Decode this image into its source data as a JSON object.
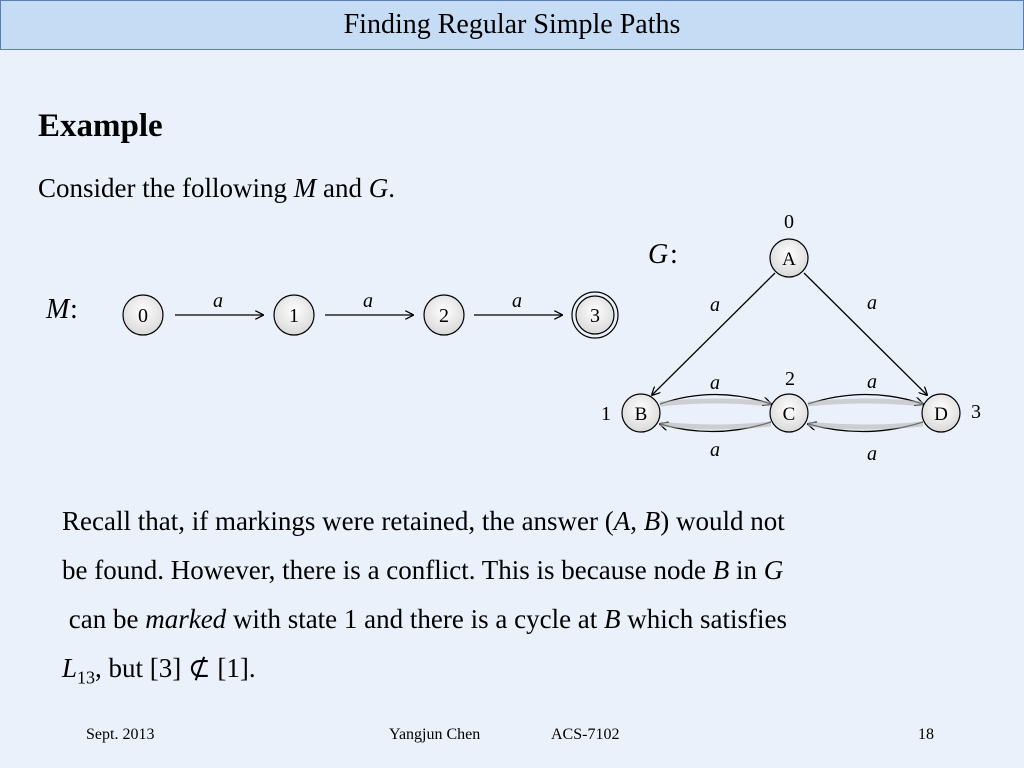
{
  "slide": {
    "title": "Finding Regular Simple Paths",
    "heading": "Example",
    "intro": {
      "prefix": "Consider the following ",
      "m": "M",
      "and": " and ",
      "g": "G",
      "suffix": "."
    }
  },
  "automaton": {
    "label": "M",
    "colon": ":",
    "states": [
      "0",
      "1",
      "2",
      "3"
    ],
    "final_state": "3",
    "transition_label": "a"
  },
  "graph": {
    "label": "G",
    "colon": ":",
    "nodes": [
      {
        "id": "A",
        "marking": "0"
      },
      {
        "id": "B",
        "marking": "1"
      },
      {
        "id": "C",
        "marking": "2"
      },
      {
        "id": "D",
        "marking": "3"
      }
    ],
    "edge_label": "a",
    "edges": [
      {
        "from": "A",
        "to": "B",
        "label": "a"
      },
      {
        "from": "A",
        "to": "D",
        "label": "a"
      },
      {
        "from": "B",
        "to": "C",
        "label": "a"
      },
      {
        "from": "C",
        "to": "B",
        "label": "a"
      },
      {
        "from": "C",
        "to": "D",
        "label": "a"
      },
      {
        "from": "D",
        "to": "C",
        "label": "a"
      }
    ]
  },
  "recall": {
    "l1_a": "Recall that, if markings were retained, the answer (",
    "l1_A": "A",
    "l1_b": ", ",
    "l1_B": "B",
    "l1_c": ") would not",
    "l2_a": "be found. However, there is a conflict. This is because node ",
    "l2_B": "B",
    "l2_b": " in ",
    "l2_G": "G",
    "l3_a": " can be ",
    "l3_marked": "marked",
    "l3_b": " with state 1 and there is a cycle at ",
    "l3_B": "B",
    "l3_c": " which satisfies",
    "l4_L": "L",
    "l4_sub": "13",
    "l4_a": ", but [3] ",
    "l4_symbol": "⊄",
    "l4_b": " [1]."
  },
  "footer": {
    "date": "Sept. 2013",
    "author": "Yangjun Chen",
    "course": "ACS-7102",
    "page": "18"
  }
}
